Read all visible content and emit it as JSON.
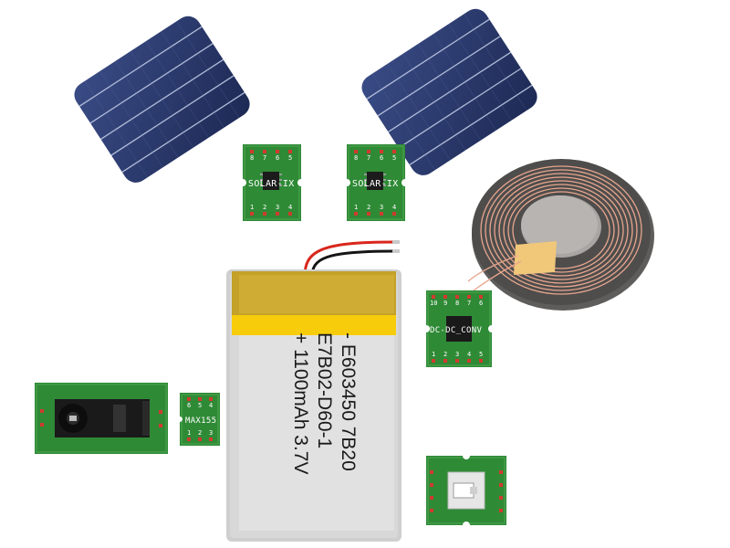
{
  "diagram": {
    "boards": {
      "solar_ic_left": {
        "label": "SOLAR-IX",
        "pins_top": [
          "8",
          "7",
          "6",
          "5"
        ],
        "pins_bottom": [
          "1",
          "2",
          "3",
          "4"
        ]
      },
      "solar_ic_right": {
        "label": "SOLAR-IX",
        "pins_top": [
          "8",
          "7",
          "6",
          "5"
        ],
        "pins_bottom": [
          "1",
          "2",
          "3",
          "4"
        ]
      },
      "dcdc": {
        "label": "DC-DC_CONV",
        "pins_top": [
          "10",
          "9",
          "8",
          "7",
          "6"
        ],
        "pins_bottom": [
          "1",
          "2",
          "3",
          "4",
          "5"
        ]
      },
      "max_ic": {
        "label": "MAX155",
        "pins_top": [
          "6",
          "5",
          "4"
        ],
        "pins_bottom": [
          "1",
          "2",
          "3"
        ]
      }
    },
    "battery": {
      "lines": [
        "- E603450 7B20",
        "E7B02-D60-1",
        "+ 1100mAh 3.7V"
      ]
    }
  }
}
